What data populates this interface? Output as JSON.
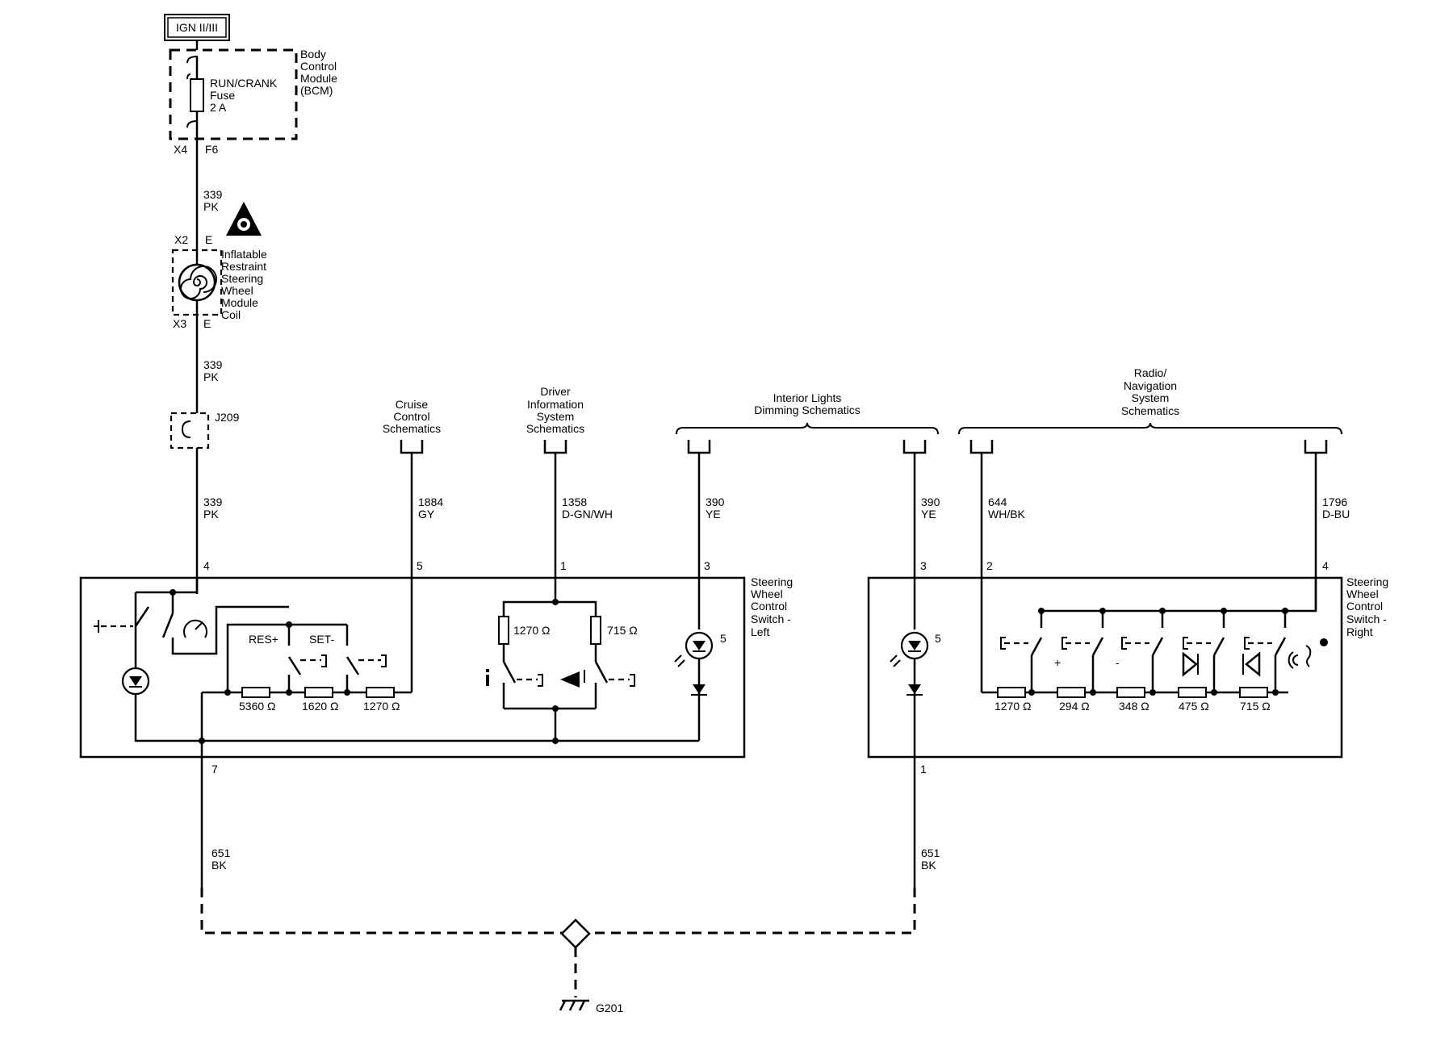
{
  "ign": "IGN II/III",
  "bcm": {
    "title": [
      "Body",
      "Control",
      "Module",
      "(BCM)"
    ],
    "fuse": [
      "RUN/CRANK",
      "Fuse",
      "2 A"
    ],
    "pin_left": "X4",
    "pin_right": "F6"
  },
  "wires": {
    "w339a": [
      "339",
      "PK"
    ],
    "w339b": [
      "339",
      "PK"
    ],
    "w339c": [
      "339",
      "PK"
    ],
    "w1884": [
      "1884",
      "GY"
    ],
    "w1358": [
      "1358",
      "D-GN/WH"
    ],
    "w390a": [
      "390",
      "YE"
    ],
    "w390b": [
      "390",
      "YE"
    ],
    "w644": [
      "644",
      "WH/BK"
    ],
    "w1796": [
      "1796",
      "D-BU"
    ],
    "w651a": [
      "651",
      "BK"
    ],
    "w651b": [
      "651",
      "BK"
    ]
  },
  "coil": {
    "conn_top": [
      "X2",
      "E"
    ],
    "conn_bottom": [
      "X3",
      "E"
    ],
    "label": [
      "Inflatable",
      "Restraint",
      "Steering",
      "Wheel",
      "Module",
      "Coil"
    ]
  },
  "splice": "J209",
  "refs": {
    "cruise": [
      "Cruise",
      "Control",
      "Schematics"
    ],
    "dis": [
      "Driver",
      "Information",
      "System",
      "Schematics"
    ],
    "lights": [
      "Interior Lights",
      "Dimming Schematics"
    ],
    "radio": [
      "Radio/",
      "Navigation",
      "System",
      "Schematics"
    ]
  },
  "left_switch": {
    "label": [
      "Steering",
      "Wheel",
      "Control",
      "Switch -",
      "Left"
    ],
    "pins": [
      "4",
      "5",
      "1",
      "3",
      "7"
    ],
    "buttons": [
      "RES+",
      "SET-"
    ],
    "resistors": [
      "5360 Ω",
      "1620 Ω",
      "1270 Ω",
      "1270 Ω",
      "715 Ω"
    ],
    "lamp": "5"
  },
  "right_switch": {
    "label": [
      "Steering",
      "Wheel",
      "Control",
      "Switch -",
      "Right"
    ],
    "pins": [
      "3",
      "2",
      "4",
      "1"
    ],
    "resistors": [
      "1270 Ω",
      "294 Ω",
      "348 Ω",
      "475 Ω",
      "715 Ω"
    ],
    "symbols": [
      "+",
      "-"
    ],
    "lamp": "5"
  },
  "ground": "G201"
}
